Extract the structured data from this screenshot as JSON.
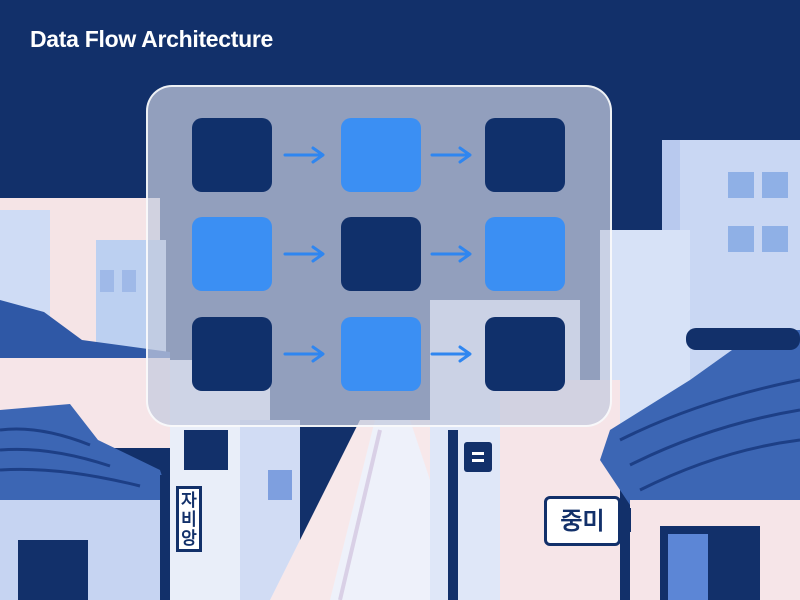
{
  "title": "Data Flow Architecture",
  "diagram": {
    "rows": [
      [
        "dark",
        "bright",
        "dark"
      ],
      [
        "bright",
        "dark",
        "bright"
      ],
      [
        "dark",
        "bright",
        "dark"
      ]
    ],
    "arrow_direction": "right"
  },
  "signs": {
    "left_vertical": "자\n비\n앙",
    "right": "중미"
  },
  "colors": {
    "sky": "#12306a",
    "node_dark": "#10306b",
    "node_bright": "#3b8ff3",
    "arrow": "#2f86f0",
    "building_light": "#c7d6f3",
    "building_pale": "#f4e3e6",
    "roof_tile": "#3c66b4"
  }
}
